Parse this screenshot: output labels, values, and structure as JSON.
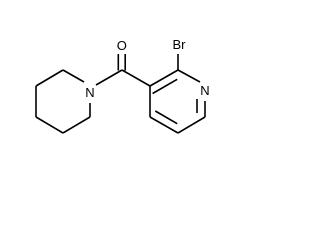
{
  "structure": {
    "atom_labels": {
      "oxygen": "O",
      "bromine": "Br",
      "ring_nitrogen": "N",
      "amide_nitrogen": "N"
    }
  },
  "colors": {
    "background": "#ffffff",
    "ink": "#000000"
  }
}
